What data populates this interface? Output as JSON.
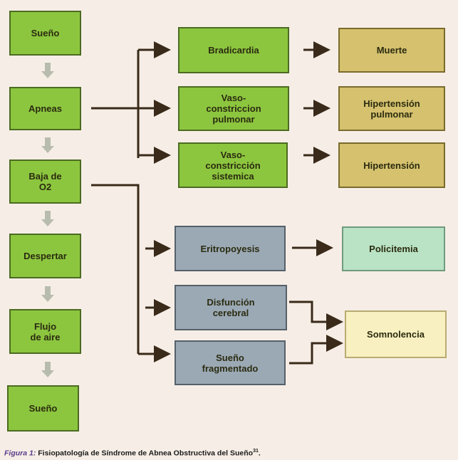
{
  "cycle": [
    "Sueño",
    "Apneas",
    "Baja de\nO2",
    "Despertar",
    "Flujo\nde aire",
    "Sueño"
  ],
  "middle": {
    "bradicardia": "Bradicardia",
    "vaso_pulmonar": "Vaso-\nconstriccion\npulmonar",
    "vaso_sistemica": "Vaso-\nconstricción\nsistemica",
    "eritropoyesis": "Eritropoyesis",
    "disfuncion": "Disfunción\ncerebral",
    "fragmentado": "Sueño\nfragmentado"
  },
  "outcomes": {
    "muerte": "Muerte",
    "hipertension_pulmonar": "Hipertensión\npulmonar",
    "hipertension": "Hipertensión",
    "policitemia": "Policitemia",
    "somnolencia": "Somnolencia"
  },
  "caption": {
    "label": "Figura 1:",
    "text": " Fisiopatología de Síndrome de Abnea Obstructiva del Sueño",
    "ref": "31",
    "end": "."
  },
  "colors": {
    "cycle": "#8cc63f",
    "outcome": "#d5c16e",
    "neuro": "#9ba9b5",
    "policitemia": "#b9e3c4",
    "somnolencia": "#f8f0c0"
  }
}
